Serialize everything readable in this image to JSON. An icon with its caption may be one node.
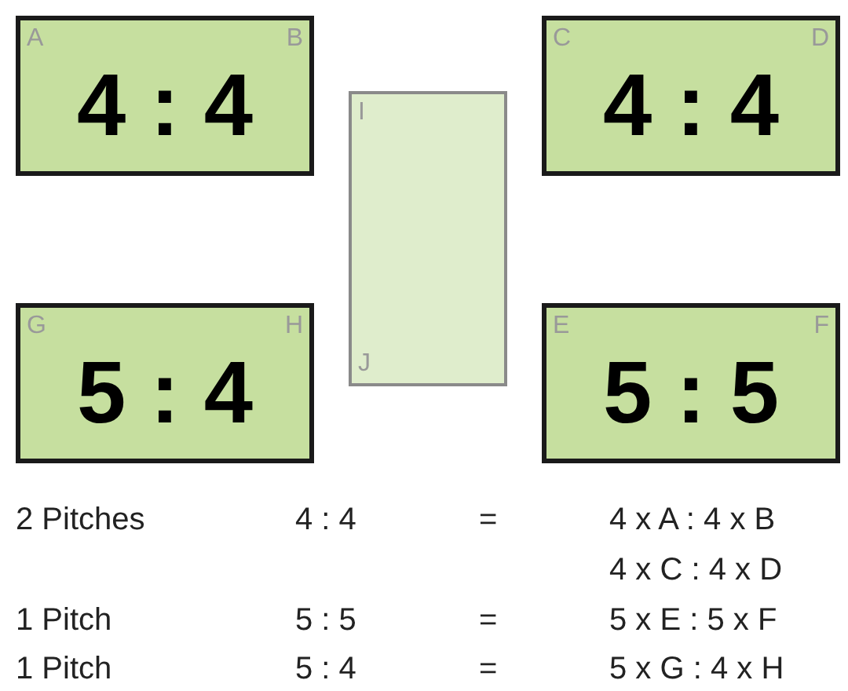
{
  "diagram": {
    "nodes": [
      {
        "text": [
          "A",
          "B",
          "4 : 4"
        ]
      },
      {
        "text": [
          "C",
          "D",
          "4 : 4"
        ]
      },
      {
        "text": [
          "I",
          "J"
        ]
      },
      {
        "text": [
          "G",
          "H",
          "5 : 4"
        ]
      },
      {
        "text": [
          "E",
          "F",
          "5 : 5"
        ]
      }
    ],
    "labels": [
      "2 Pitches",
      "4 : 4",
      "=",
      "4 x A : 4 x B",
      "4 x C : 4 x D",
      "1 Pitch",
      "5 : 5",
      "=",
      "5 x E : 5 x F",
      "1 Pitch",
      "5 : 4",
      "=",
      "5 x G : 4 x H"
    ]
  }
}
